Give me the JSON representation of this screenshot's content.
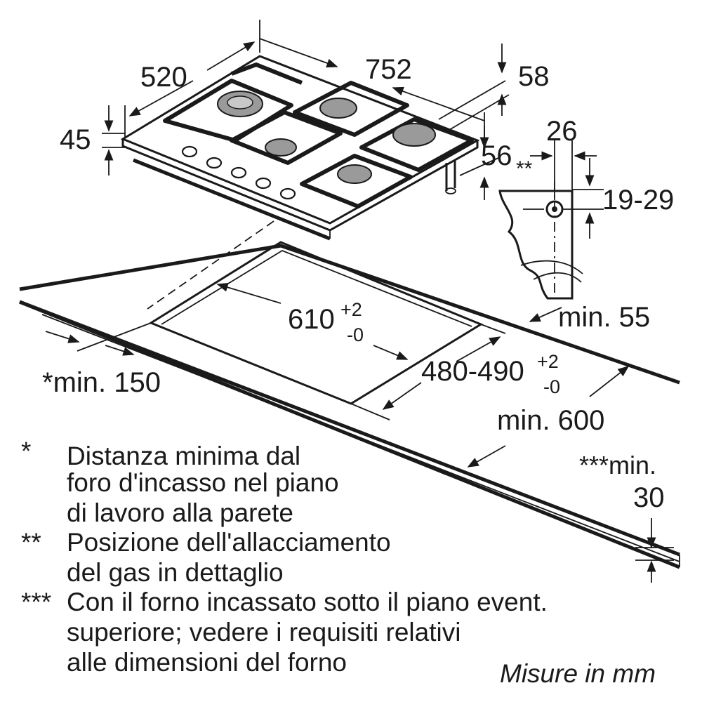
{
  "figure": {
    "hob": {
      "width": "752",
      "depth": "520",
      "total_height": "58",
      "glass_thickness": "45",
      "under_height": "56"
    },
    "gas_connection": {
      "marker": "**",
      "offset": "26",
      "height_range": "19-29"
    },
    "cutout": {
      "width_main": "610",
      "width_tol_plus": "+2",
      "width_tol_minus": "-0",
      "depth_main": "480-490",
      "depth_tol_plus": "+2",
      "depth_tol_minus": "-0"
    },
    "clearances": {
      "rear_wall": "min. 55",
      "side_wall": "*min. 150",
      "worktop_depth": "min. 600",
      "oven_label": "***min.",
      "oven_value": "30"
    }
  },
  "notes": [
    {
      "marker": "*",
      "lines": [
        "Distanza minima dal",
        "foro d'incasso nel piano",
        "di lavoro alla parete"
      ]
    },
    {
      "marker": "**",
      "lines": [
        "Posizione dell'allacciamento",
        "del gas in dettaglio"
      ]
    },
    {
      "marker": "***",
      "lines": [
        "Con il forno incassato sotto il piano event.",
        "superiore; vedere i requisiti relativi",
        "alle dimensioni del forno"
      ]
    }
  ],
  "units_note": "Misure in mm"
}
